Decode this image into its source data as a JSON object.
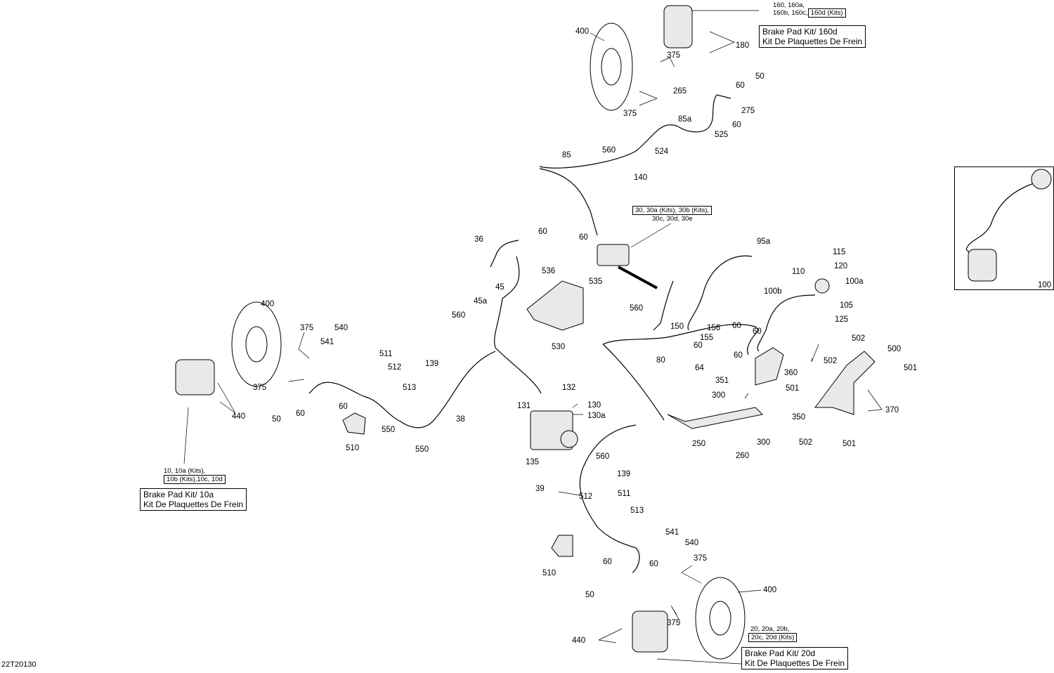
{
  "diagram_ref": "22T20130",
  "callouts": [
    {
      "id": "c160",
      "text": "160, 160a,"
    },
    {
      "id": "c160b",
      "text": "160b, 160c,"
    },
    {
      "id": "c160k",
      "text": "160d (Kits)"
    },
    {
      "id": "c400a",
      "text": "400"
    },
    {
      "id": "c180",
      "text": "180"
    },
    {
      "id": "c375a",
      "text": "375"
    },
    {
      "id": "c50a",
      "text": "50"
    },
    {
      "id": "c60a",
      "text": "60"
    },
    {
      "id": "c265",
      "text": "265"
    },
    {
      "id": "c375b",
      "text": "375"
    },
    {
      "id": "c275",
      "text": "275"
    },
    {
      "id": "c60b",
      "text": "60"
    },
    {
      "id": "c85a",
      "text": "85a"
    },
    {
      "id": "c525",
      "text": "525"
    },
    {
      "id": "c524",
      "text": "524"
    },
    {
      "id": "c560a",
      "text": "560"
    },
    {
      "id": "c85",
      "text": "85"
    },
    {
      "id": "c140",
      "text": "140"
    },
    {
      "id": "c30",
      "text": "30, 30a (Kits), 30b (Kits),"
    },
    {
      "id": "c30c",
      "text": "30c, 30d, 30e"
    },
    {
      "id": "c60c",
      "text": "60"
    },
    {
      "id": "c60d",
      "text": "60"
    },
    {
      "id": "c36",
      "text": "36"
    },
    {
      "id": "c95a",
      "text": "95a"
    },
    {
      "id": "c115",
      "text": "115"
    },
    {
      "id": "c110",
      "text": "110"
    },
    {
      "id": "c120",
      "text": "120"
    },
    {
      "id": "c100a",
      "text": "100a"
    },
    {
      "id": "c100b",
      "text": "100b"
    },
    {
      "id": "c105",
      "text": "105"
    },
    {
      "id": "c125",
      "text": "125"
    },
    {
      "id": "c536",
      "text": "536"
    },
    {
      "id": "c45",
      "text": "45"
    },
    {
      "id": "c535",
      "text": "535"
    },
    {
      "id": "c45a",
      "text": "45a"
    },
    {
      "id": "c560b",
      "text": "560"
    },
    {
      "id": "c560c",
      "text": "560"
    },
    {
      "id": "c150",
      "text": "150"
    },
    {
      "id": "c156",
      "text": "156"
    },
    {
      "id": "c60e",
      "text": "60"
    },
    {
      "id": "c60f",
      "text": "60"
    },
    {
      "id": "c155",
      "text": "155"
    },
    {
      "id": "c60g",
      "text": "60"
    },
    {
      "id": "c60h",
      "text": "60"
    },
    {
      "id": "c530",
      "text": "530"
    },
    {
      "id": "c80",
      "text": "80"
    },
    {
      "id": "c502a",
      "text": "502"
    },
    {
      "id": "c500",
      "text": "500"
    },
    {
      "id": "c360",
      "text": "360"
    },
    {
      "id": "c502b",
      "text": "502"
    },
    {
      "id": "c501a",
      "text": "501"
    },
    {
      "id": "c64",
      "text": "64"
    },
    {
      "id": "c351",
      "text": "351"
    },
    {
      "id": "c501b",
      "text": "501"
    },
    {
      "id": "c300a",
      "text": "300"
    },
    {
      "id": "c370",
      "text": "370"
    },
    {
      "id": "c350",
      "text": "350"
    },
    {
      "id": "c250",
      "text": "250"
    },
    {
      "id": "c300b",
      "text": "300"
    },
    {
      "id": "c502c",
      "text": "502"
    },
    {
      "id": "c501c",
      "text": "501"
    },
    {
      "id": "c260",
      "text": "260"
    },
    {
      "id": "c400b",
      "text": "400"
    },
    {
      "id": "c375c",
      "text": "375"
    },
    {
      "id": "c540a",
      "text": "540"
    },
    {
      "id": "c541a",
      "text": "541"
    },
    {
      "id": "c511a",
      "text": "511"
    },
    {
      "id": "c139a",
      "text": "139"
    },
    {
      "id": "c512a",
      "text": "512"
    },
    {
      "id": "c375d",
      "text": "375"
    },
    {
      "id": "c513a",
      "text": "513"
    },
    {
      "id": "c440a",
      "text": "440"
    },
    {
      "id": "c50b",
      "text": "50"
    },
    {
      "id": "c60i",
      "text": "60"
    },
    {
      "id": "c60j",
      "text": "60"
    },
    {
      "id": "c132",
      "text": "132"
    },
    {
      "id": "c131",
      "text": "131"
    },
    {
      "id": "c130",
      "text": "130"
    },
    {
      "id": "c130a",
      "text": "130a"
    },
    {
      "id": "c38",
      "text": "38"
    },
    {
      "id": "c550a",
      "text": "550"
    },
    {
      "id": "c510a",
      "text": "510"
    },
    {
      "id": "c550b",
      "text": "550"
    },
    {
      "id": "c135",
      "text": "135"
    },
    {
      "id": "c560d",
      "text": "560"
    },
    {
      "id": "c139b",
      "text": "139"
    },
    {
      "id": "c39",
      "text": "39"
    },
    {
      "id": "c511b",
      "text": "511"
    },
    {
      "id": "c512b",
      "text": "512"
    },
    {
      "id": "c513b",
      "text": "513"
    },
    {
      "id": "c541b",
      "text": "541"
    },
    {
      "id": "c540b",
      "text": "540"
    },
    {
      "id": "c375e",
      "text": "375"
    },
    {
      "id": "c510b",
      "text": "510"
    },
    {
      "id": "c60k",
      "text": "60"
    },
    {
      "id": "c60l",
      "text": "60"
    },
    {
      "id": "c50c",
      "text": "50"
    },
    {
      "id": "c400c",
      "text": "400"
    },
    {
      "id": "c375f",
      "text": "375"
    },
    {
      "id": "c440b",
      "text": "440"
    },
    {
      "id": "c100",
      "text": "100"
    }
  ],
  "kit_boxes": {
    "rear_right": {
      "line1": "Brake Pad Kit/ 160d",
      "line2": "Kit De Plaquettes De Frein"
    },
    "front_left": {
      "line1": "Brake Pad Kit/ 10a",
      "line2": "Kit De Plaquettes De Frein"
    },
    "front_right": {
      "line1": "Brake Pad Kit/ 20d",
      "line2": "Kit De Plaquettes De Frein"
    }
  },
  "kit_refs": {
    "c10": "10, 10a (Kits),",
    "c10b": "10b (Kits),10c, 10d",
    "c20": "20, 20a, 20b,",
    "c20k": "20c, 20d (Kits)"
  }
}
